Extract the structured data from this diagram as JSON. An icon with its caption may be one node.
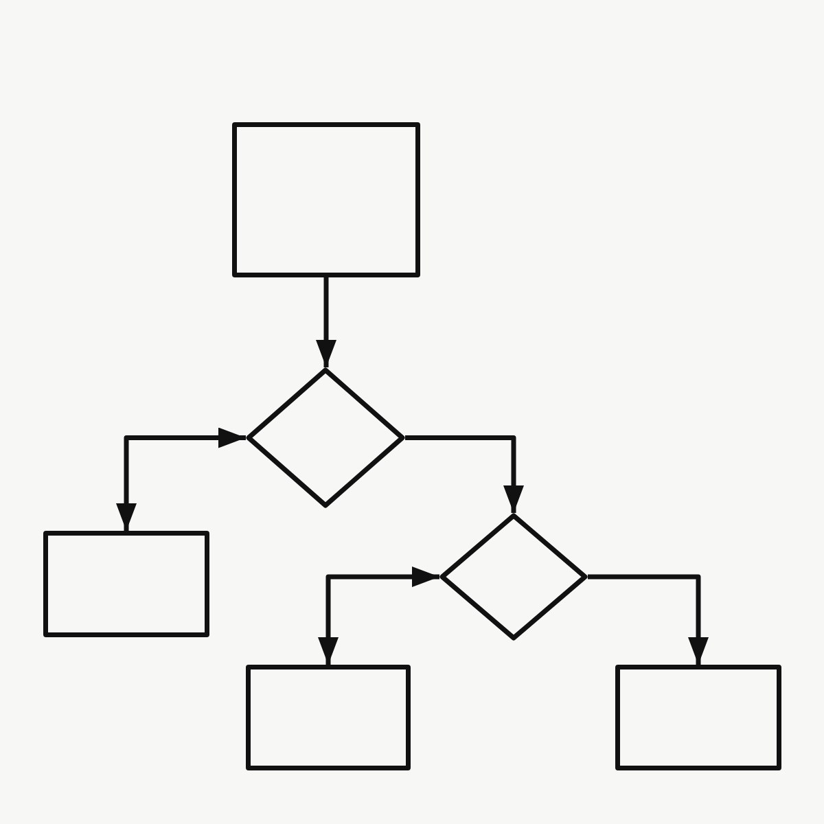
{
  "diagram": {
    "nodes": [
      {
        "text": [],
        "shape": "box"
      },
      {
        "text": [],
        "shape": "diamond"
      },
      {
        "text": [],
        "shape": "box"
      },
      {
        "text": [],
        "shape": "diamond"
      },
      {
        "text": [],
        "shape": "box"
      },
      {
        "text": [],
        "shape": "box"
      }
    ],
    "edges": [
      {
        "from": 0,
        "to": 1,
        "arrow": "to"
      },
      {
        "from": 1,
        "to": 2,
        "arrow": "both"
      },
      {
        "from": 1,
        "to": 3,
        "arrow": "to"
      },
      {
        "from": 3,
        "to": 4,
        "arrow": "both"
      },
      {
        "from": 3,
        "to": 5,
        "arrow": "to"
      }
    ]
  }
}
